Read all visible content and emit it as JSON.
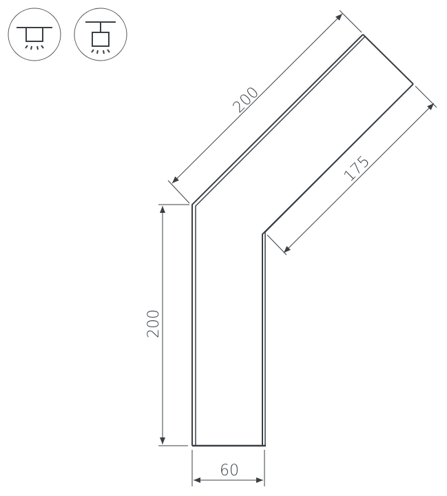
{
  "icons": [
    {
      "name": "ceiling-recessed-mount-icon",
      "description": "Recessed ceiling mount light"
    },
    {
      "name": "ceiling-suspended-mount-icon",
      "description": "Suspended/surface ceiling mount light"
    }
  ],
  "drawing": {
    "title": "Angled profile connector drawing",
    "stroke_color": "#3a3f44",
    "dimensions": {
      "top_diagonal": "200",
      "right_diagonal": "175",
      "left_vertical": "200",
      "bottom_width": "60"
    }
  }
}
